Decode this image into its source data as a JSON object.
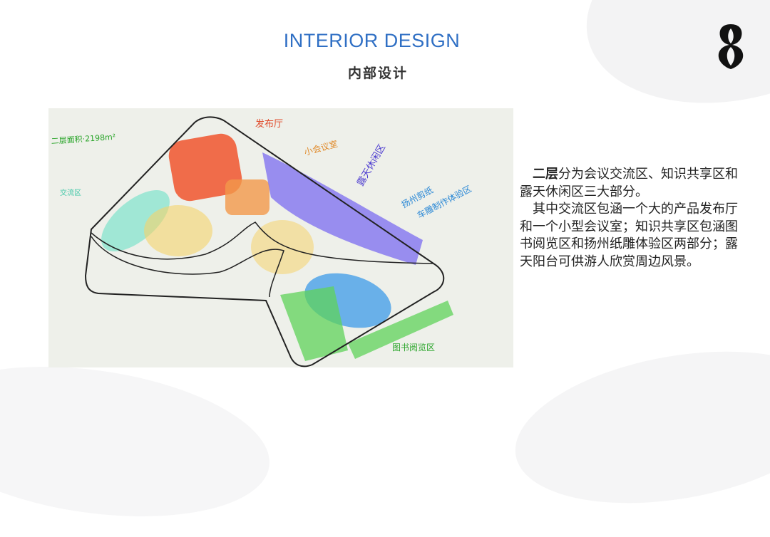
{
  "header": {
    "title_en": "INTERIOR DESIGN",
    "title_cn": "内部设计"
  },
  "logo": {
    "icon": "brand-logo-icon"
  },
  "sketch": {
    "area_label": "二层面积·2198m²",
    "labels": {
      "press_hall": "发布厅",
      "small_meeting": "小会议室",
      "outdoor_leisure": "露天休闲区",
      "papercut_line1": "扬州剪纸",
      "papercut_line2": "车雕制作体验区",
      "reading": "图书阅览区",
      "exchange": "交流区"
    },
    "zone_colors": {
      "press_hall": "#f0552e",
      "small_meeting": "#f2994a",
      "outdoor_leisure": "#7b6cf0",
      "papercut": "#3c9be8",
      "reading": "#5fd35a",
      "exchange": "#7fe3cc",
      "culture": "#f5d36b"
    }
  },
  "description": {
    "p1_bold": "二层",
    "p1_rest": "分为会议交流区、知识共享区和露天休闲区三大部分。",
    "p2": "其中交流区包涵一个大的产品发布厅和一个小型会议室；知识共享区包涵图书阅览区和扬州纸雕体验区两部分；露天阳台可供游人欣赏周边风景。"
  }
}
